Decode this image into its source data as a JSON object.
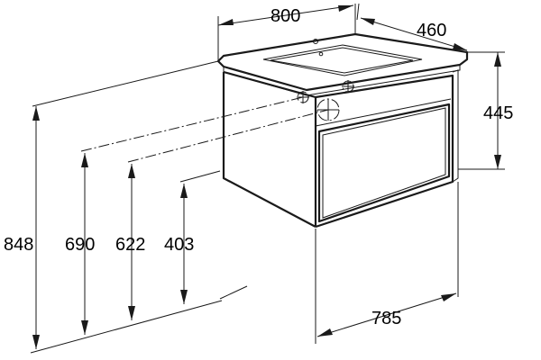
{
  "diagram": {
    "dimensions": {
      "width_top": "800",
      "depth": "460",
      "cabinet_height": "445",
      "total_height": "848",
      "height_a": "690",
      "height_b": "622",
      "height_c": "403",
      "width_bottom": "785"
    }
  }
}
